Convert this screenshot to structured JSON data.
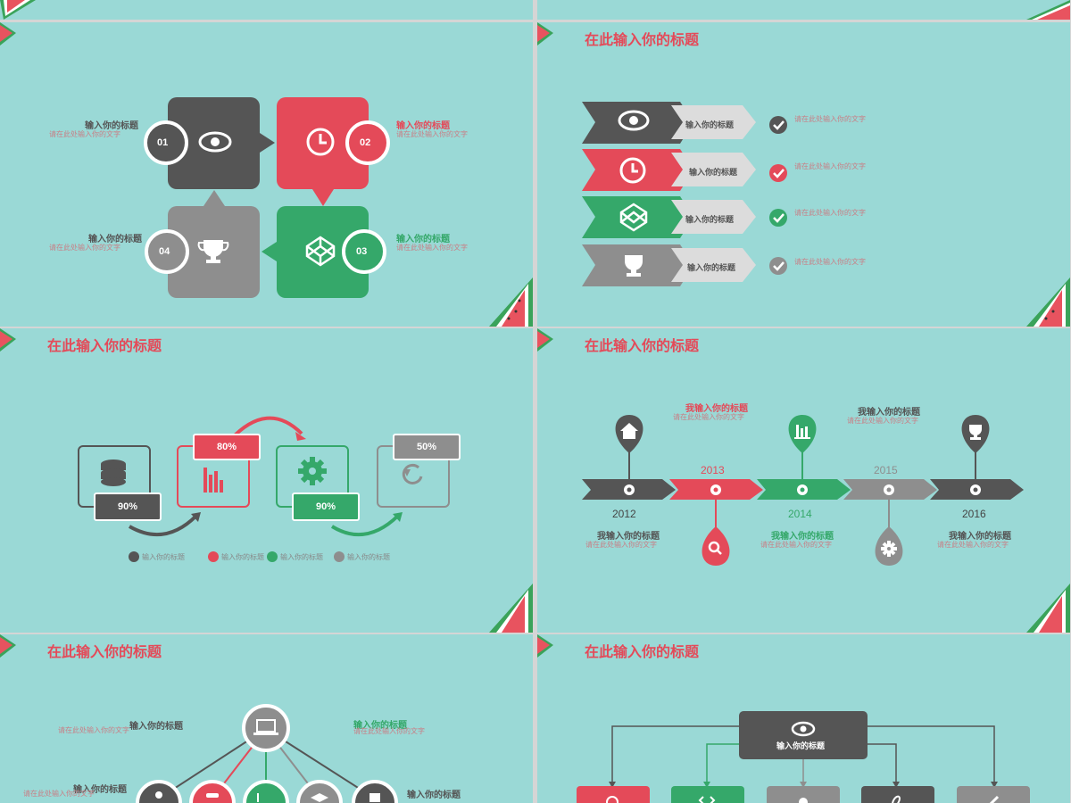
{
  "slide_title": "在此输入你的标题",
  "text_placeholder": "请在此处输入你的文字",
  "slide1": {
    "items": [
      {
        "num": "01",
        "label": "输入你的标题"
      },
      {
        "num": "02",
        "label": "输入你的标题"
      },
      {
        "num": "03",
        "label": "输入你的标题"
      },
      {
        "num": "04",
        "label": "输入你的标题"
      }
    ]
  },
  "slide2": {
    "rows": [
      {
        "label": "输入你的标题",
        "icon": "eye-icon"
      },
      {
        "label": "输入你的标题",
        "icon": "clock-icon"
      },
      {
        "label": "输入你的标题",
        "icon": "codepen-icon"
      },
      {
        "label": "输入你的标题",
        "icon": "trophy-icon"
      }
    ]
  },
  "slide3": {
    "steps": [
      {
        "pct": "90%",
        "icon": "database-icon"
      },
      {
        "pct": "80%",
        "icon": "bar-chart-icon"
      },
      {
        "pct": "90%",
        "icon": "gear-icon"
      },
      {
        "pct": "50%",
        "icon": "refresh-icon"
      }
    ],
    "legend": [
      "输入你的标题",
      "输入你的标题",
      "输入你的标题",
      "输入你的标题"
    ]
  },
  "slide4": {
    "years": [
      "2012",
      "2013",
      "2014",
      "2015",
      "2016"
    ],
    "headings": [
      "我输入你的标题",
      "我输入你的标题",
      "我输入你的标题",
      "我输入你的标题",
      "我输入你的标题"
    ]
  },
  "slide5": {
    "labels": [
      "输入你的标题",
      "输入你的标题",
      "输入你的标题",
      "输入你的标题"
    ]
  },
  "slide6": {
    "root_label": "输入你的标题"
  },
  "colors": {
    "background": "#9ad9d6",
    "red": "#e44a59",
    "green": "#35a86a",
    "dark": "#555555",
    "gray": "#8e8e8e"
  }
}
